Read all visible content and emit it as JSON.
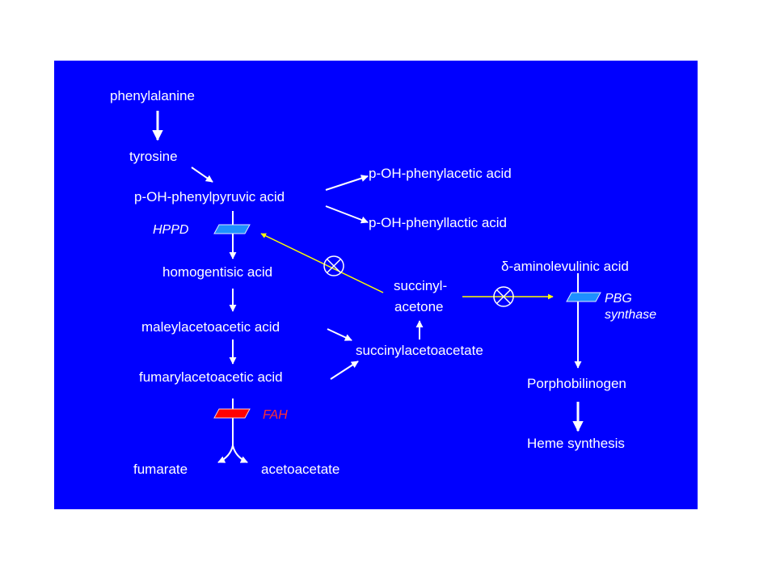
{
  "colors": {
    "background": "#0000ff",
    "text": "#ffffff",
    "inhibition_arrow": "#ffff00",
    "enzyme_normal": "#1e90ff",
    "enzyme_deficient": "#ff0000"
  },
  "compounds": {
    "phenylalanine": "phenylalanine",
    "tyrosine": "tyrosine",
    "p_oh_phenylpyruvic": "p-OH-phenylpyruvic acid",
    "p_oh_phenylacetic": "p-OH-phenylacetic acid",
    "p_oh_phenyllactic": "p-OH-phenyllactic acid",
    "homogentisic": "homogentisic acid",
    "maleylacetoacetic": "maleylacetoacetic acid",
    "fumarylacetoacetic": "fumarylacetoacetic acid",
    "succinylacetoacetate": "succinylacetoacetate",
    "succinylacetone_1": "succinyl-",
    "succinylacetone_2": "acetone",
    "aminolevulinic": "δ-aminolevulinic acid",
    "porphobilinogen": "Porphobilinogen",
    "heme_synthesis": "Heme synthesis",
    "fumarate": "fumarate",
    "acetoacetate": "acetoacetate"
  },
  "enzymes": {
    "hppd": "HPPD",
    "pbg_synthase_1": "PBG",
    "pbg_synthase_2": "synthase",
    "fah": "FAH"
  },
  "icons": {
    "inhibition": "circled-x-icon",
    "enzyme": "parallelogram-icon"
  }
}
